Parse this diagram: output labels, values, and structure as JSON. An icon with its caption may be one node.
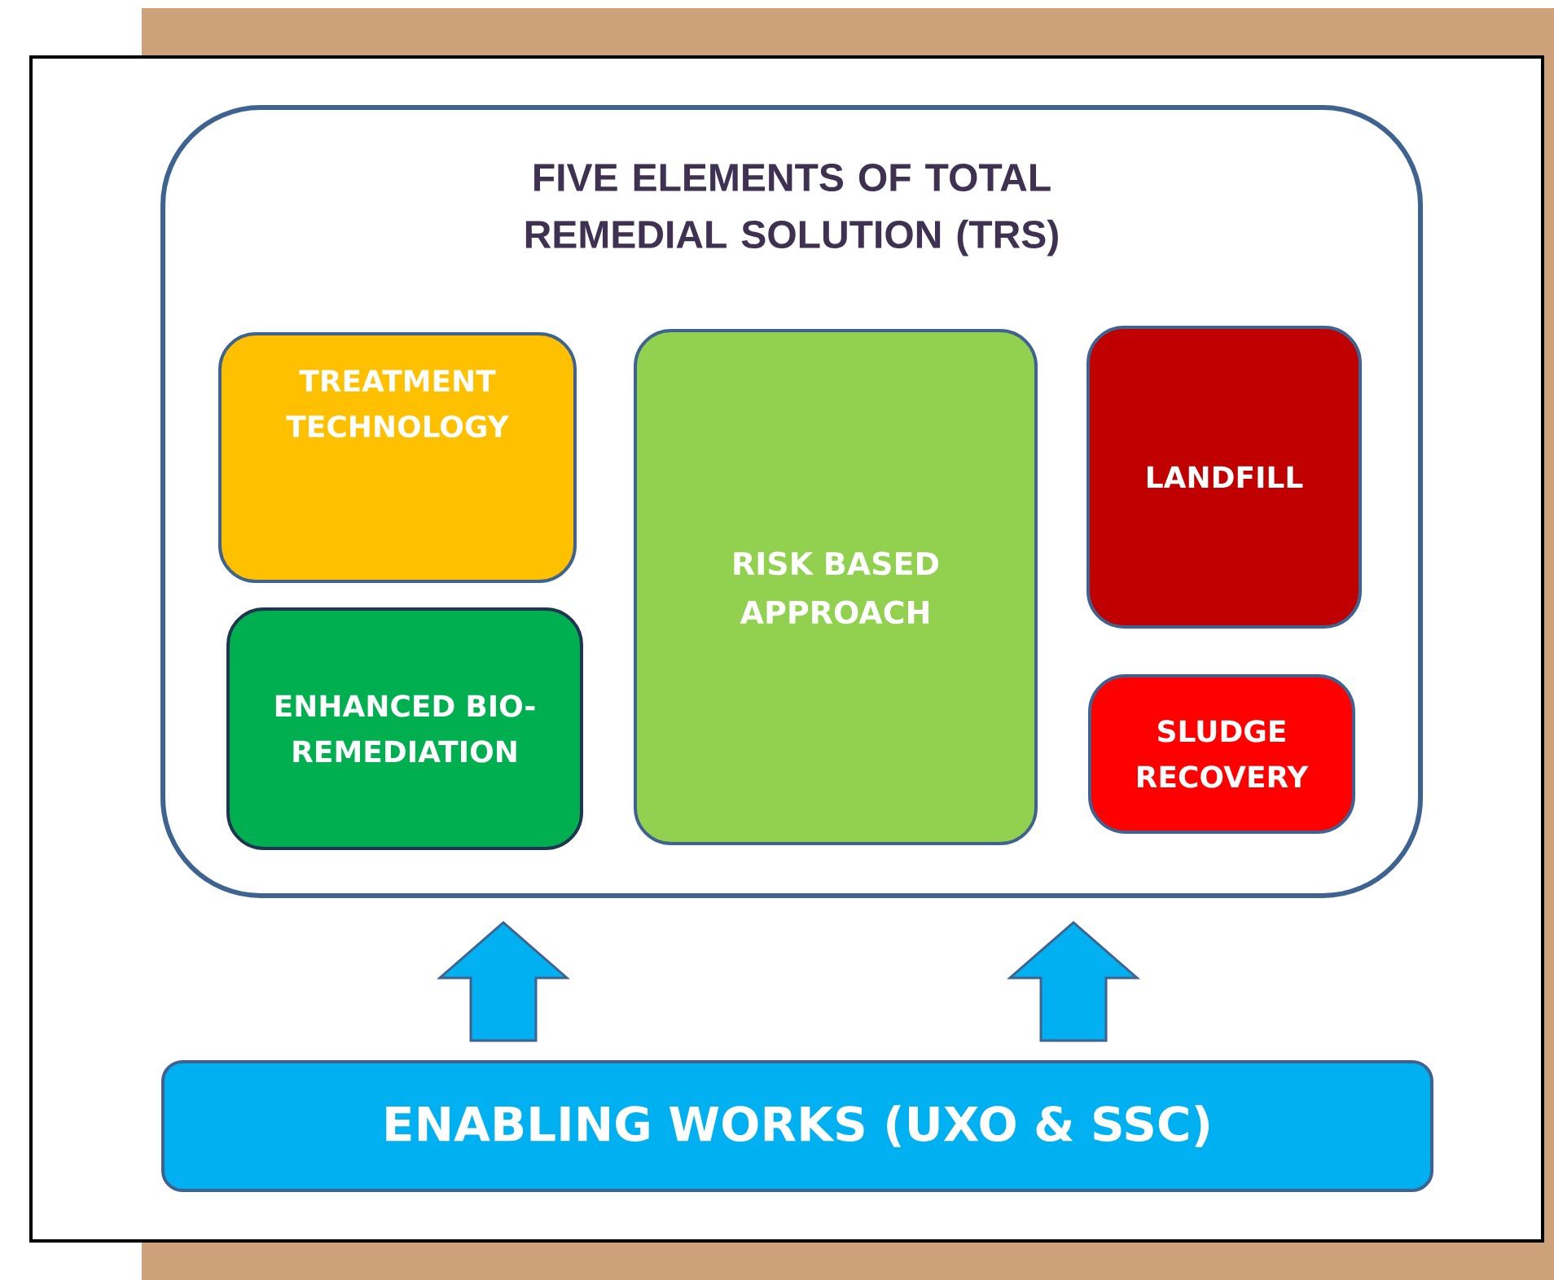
{
  "diagram": {
    "nodes": [
      {
        "text": [
          "FIVE ELEMENTS OF TOTAL REMEDIAL SOLUTION (TRS)"
        ]
      },
      {
        "text": [
          "TREATMENT TECHNOLOGY"
        ],
        "in": 0
      },
      {
        "text": [
          "ENHANCED BIO-REMEDIATION"
        ],
        "in": 0
      },
      {
        "text": [
          "RISK BASED APPROACH"
        ],
        "in": 0
      },
      {
        "text": [
          "LANDFILL"
        ],
        "in": 0
      },
      {
        "text": [
          "SLUDGE RECOVERY"
        ],
        "in": 0
      },
      {
        "text": [
          "ENABLING WORKS (UXO & SSC)"
        ]
      }
    ],
    "edges": [
      {
        "from": 6,
        "to": 0,
        "arrow": "to"
      },
      {
        "from": 6,
        "to": 0,
        "arrow": "to"
      }
    ]
  }
}
